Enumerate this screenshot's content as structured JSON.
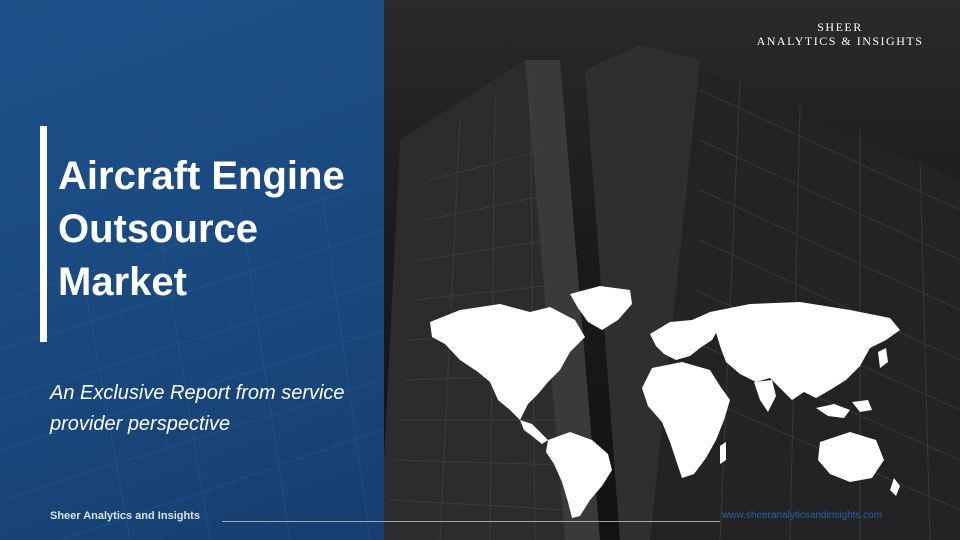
{
  "brand": {
    "logo_line1": "SHEER",
    "logo_line2": "ANALYTICS & INSIGHTS"
  },
  "title": {
    "line1": "Aircraft Engine",
    "line2": "Outsource",
    "line3": "Market"
  },
  "subtitle": "An Exclusive Report from service provider perspective",
  "footer": {
    "company": "Sheer Analytics and Insights",
    "website": "www.sheeranalyticsandinsights.com"
  },
  "colors": {
    "panel_blue": "#1a4a80",
    "accent": "#ffffff",
    "photo_dark": "#1b1b1d"
  },
  "icons": {
    "map": "world-map-icon"
  }
}
